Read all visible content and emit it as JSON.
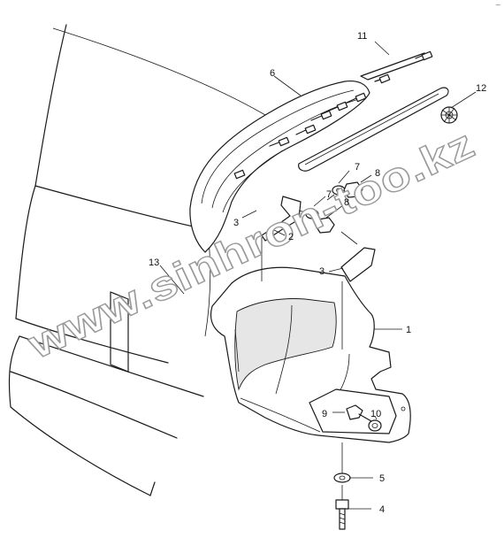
{
  "callouts": [
    {
      "id": "1",
      "label": "1"
    },
    {
      "id": "2",
      "label": "2"
    },
    {
      "id": "3a",
      "label": "3"
    },
    {
      "id": "3b",
      "label": "3"
    },
    {
      "id": "4",
      "label": "4"
    },
    {
      "id": "5",
      "label": "5"
    },
    {
      "id": "6",
      "label": "6"
    },
    {
      "id": "7a",
      "label": "7"
    },
    {
      "id": "7b",
      "label": "7"
    },
    {
      "id": "8a",
      "label": "8"
    },
    {
      "id": "8b",
      "label": "8"
    },
    {
      "id": "9",
      "label": "9"
    },
    {
      "id": "10",
      "label": "10"
    },
    {
      "id": "11",
      "label": "11"
    },
    {
      "id": "12",
      "label": "12"
    },
    {
      "id": "13",
      "label": "13"
    }
  ],
  "watermark": "www.sinhron-too.kz",
  "corner_mark": "~"
}
